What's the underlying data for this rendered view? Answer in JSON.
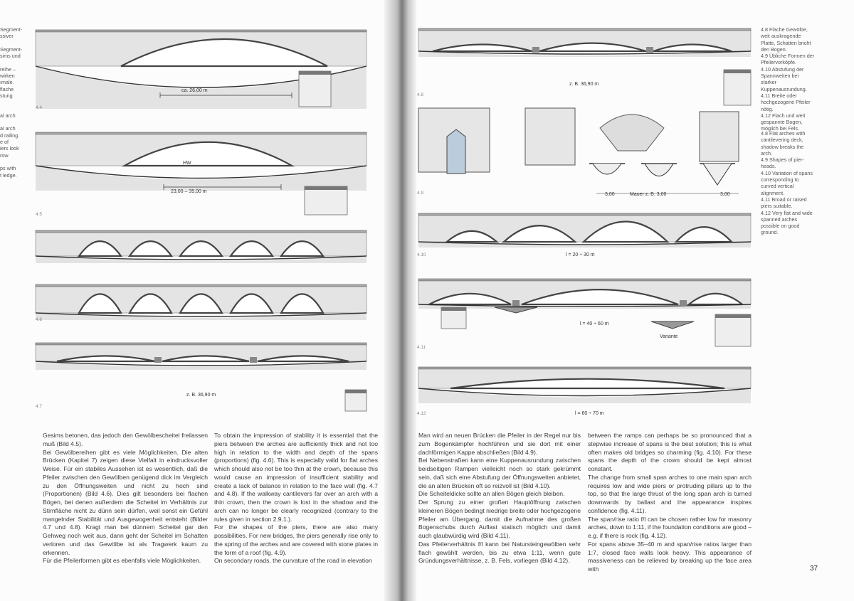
{
  "left_margin_fragments": [
    "Segment-",
    "ssiver",
    "",
    "Segment-",
    "sims und",
    "",
    "reihe –",
    "wirken",
    "ımale.",
    "flache",
    "stung",
    "",
    "",
    "al arch",
    "",
    "al arch",
    "d railing.",
    "e of",
    "iers look",
    "row.",
    "",
    "ps with",
    "t ledge."
  ],
  "figures": {
    "f44": "4.4",
    "f45": "4.5",
    "f46": "4.6",
    "f47": "4.7",
    "f48": "4.8",
    "f49": "4.9",
    "f410": "4.10",
    "f411": "4.11",
    "f412": "4.12"
  },
  "dimensions": {
    "d44": "ca. 26,00 m",
    "d45": "23,00 – 35,00 m",
    "hw": "HW",
    "d47": "z. B. 36,90 m",
    "d48": "z. B. 36,90 m",
    "d49a": "3,00",
    "d49b": "Mauer z. B. 3,00",
    "d49c": "3,00",
    "d410": "l = 20 ÷ 30 m",
    "d411": "l = 40 ÷ 60 m",
    "variante": "Variante",
    "d412": "l = 60 ÷ 70 m"
  },
  "text": {
    "german_left": [
      "Gesims betonen, das jedoch den Gewölbescheitel freilassen muß (Bild 4.5).",
      "Bei Gewölbereihen gibt es viele Möglichkeiten. Die alten Brücken (Kapitel 7) zeigen diese Vielfalt in eindrucksvoller Weise. Für ein stabiles Aussehen ist es wesentlich, daß die Pfeiler zwischen den Gewölben genügend dick im Vergleich zu den Öffnungsweiten und nicht zu hoch sind (Proportionen) (Bild 4.6). Dies gilt besonders bei flachen Bögen, bei denen außerdem die Scheitel im Verhältnis zur Stirnfläche nicht zu dünn sein dürfen, weil sonst ein Gefühl mangelnder Stabilität und Ausgewogenheit entsteht (Bilder 4.7 und 4.8). Kragt man bei dünnem Scheitel gar den Gehweg noch weit aus, dann geht der Scheitel im Schatten verloren und das Gewölbe ist als Tragwerk kaum zu erkennen.",
      "Für die Pfeilerformen gibt es ebenfalls viele Möglichkeiten."
    ],
    "english_left": [
      "To obtain the impression of stability it is essential that the piers between the arches are sufficiently thick and not too high in relation to the width and depth of the spans (proportions) (fig. 4.6). This is especially valid for flat arches which should also not be too thin at the crown, because this would cause an impression of insufficient stability and create a lack of balance in relation to the face wall (fig. 4.7 and 4.8). If the walkway cantilevers far over an arch with a thin crown, then the crown is lost in the shadow and the arch can no longer be clearly recognized (contrary to the rules given in section 2.9.1.).",
      "For the shapes of the piers, there are also many possibilities. For new bridges, the piers generally rise only to the spring of the arches and are covered with stone plates in the form of a roof (fig. 4.9).",
      "On secondary roads, the curvature of the road in elevation"
    ],
    "german_right": [
      "Man wird an neuen Brücken die Pfeiler in der Regel nur bis zum Bogenkämpfer hochführen und sie dort mit einer dachförmigen Kappe abschließen (Bild 4.9).",
      "Bei Nebenstraßen kann eine Kuppenausrundung zwischen beidseitigen Rampen vielleicht noch so stark gekrümmt sein, daß sich eine Abstufung der Öffnungsweiten anbietet, die an alten Brücken oft so reizvoll ist (Bild 4.10).",
      "Die Scheiteldicke sollte an allen Bögen gleich bleiben.",
      "Der Sprung zu einer großen Hauptöffnung zwischen kleineren Bögen bedingt niedrige breite oder hochgezogene Pfeiler am Übergang, damit die Aufnahme des großen Bogenschubs durch Auflast statisch möglich und damit auch glaubwürdig wird (Bild 4.11).",
      "Das Pfeilerverhältnis f/l kann bei Natursteingewölben sehr flach gewählt werden, bis zu etwa 1:11, wenn gute Gründungsverhältnisse, z. B. Fels, vorliegen (Bild 4.12)."
    ],
    "english_right": [
      "between the ramps can perhaps be so pronounced that a stepwise increase of spans is the best solution; this is what often makes old bridges so charming (fig. 4.10). For these spans the depth of the crown should be kept almost constant.",
      "The change from small span arches to one main span arch requires low and wide piers or protruding pillars up to the top, so that the large thrust of the long span arch is turned downwards by ballast and the appearance inspires confidence (fig. 4.11).",
      "The span/rise ratio f/l can be chosen rather low for masonry arches, down to 1:11, if the foundation conditions are good – e.g. if there is rock (fig. 4.12).",
      "For spans above 35–40 m and span/rise ratios larger than 1:7, closed face walls look heavy. This appearance of massiveness can be relieved by breaking up the face area with"
    ]
  },
  "captions": {
    "german": [
      "4.8  Flache Gewölbe, weit auskragende Platte, Schatten bricht den Bogen.",
      "4.9  Übliche Formen der Pfeilervorköpfe.",
      "4.10  Abstufung der Spannweiten bei starker Kuppenausrundung.",
      "4.11  Breite oder hochgezogene Pfeiler nötig.",
      "4.12  Flach und weit gespannte Bogen, möglich bei Fels."
    ],
    "english": [
      "4.8  Flat arches with cantilevering deck, shadow breaks the arch.",
      "4.9  Shapes of pier-heads.",
      "4.10  Variation of spans corresponding to curved vertical alignment.",
      "4.11  Broad or raised piers suitable.",
      "4.12  Very flat and wide spanned arches possible on good ground."
    ]
  },
  "page_number": "37"
}
